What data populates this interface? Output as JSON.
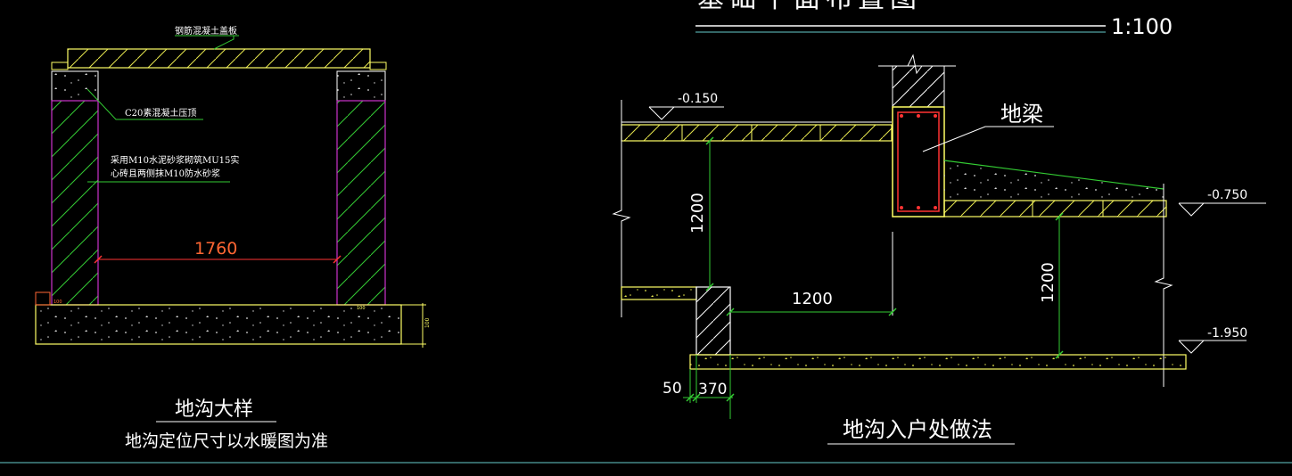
{
  "drawing": {
    "title_partial": "基础平面布置图",
    "scale": "1:100",
    "colors": {
      "background": "#000000",
      "yellow": "#ffff66",
      "green": "#33cc33",
      "magenta": "#cc33cc",
      "red": "#ff3333",
      "white": "#ffffff",
      "cyan": "#66cccc",
      "orange": "#ff6633"
    }
  },
  "left_detail": {
    "cover_label": "钢筋混凝土盖板",
    "c20_label": "C20素混凝土压顶",
    "wall_note_line1": "采用M10水泥砂浆砌筑MU15实",
    "wall_note_line2": "心砖且两侧抹M10防水砂浆",
    "width_dim": "1760",
    "title": "地沟大样",
    "subtitle": "地沟定位尺寸以水暖图为准",
    "small_dim_left": "100",
    "small_dim_right": "100",
    "side_dim": "100"
  },
  "right_detail": {
    "beam_label": "地梁",
    "level_top": "-0.150",
    "level_mid": "-0.750",
    "level_bottom": "-1.950",
    "dim_vertical_left": "1200",
    "dim_horizontal": "1200",
    "dim_vertical_right": "1200",
    "dim_50": "50",
    "dim_370": "370",
    "title": "地沟入户处做法"
  }
}
